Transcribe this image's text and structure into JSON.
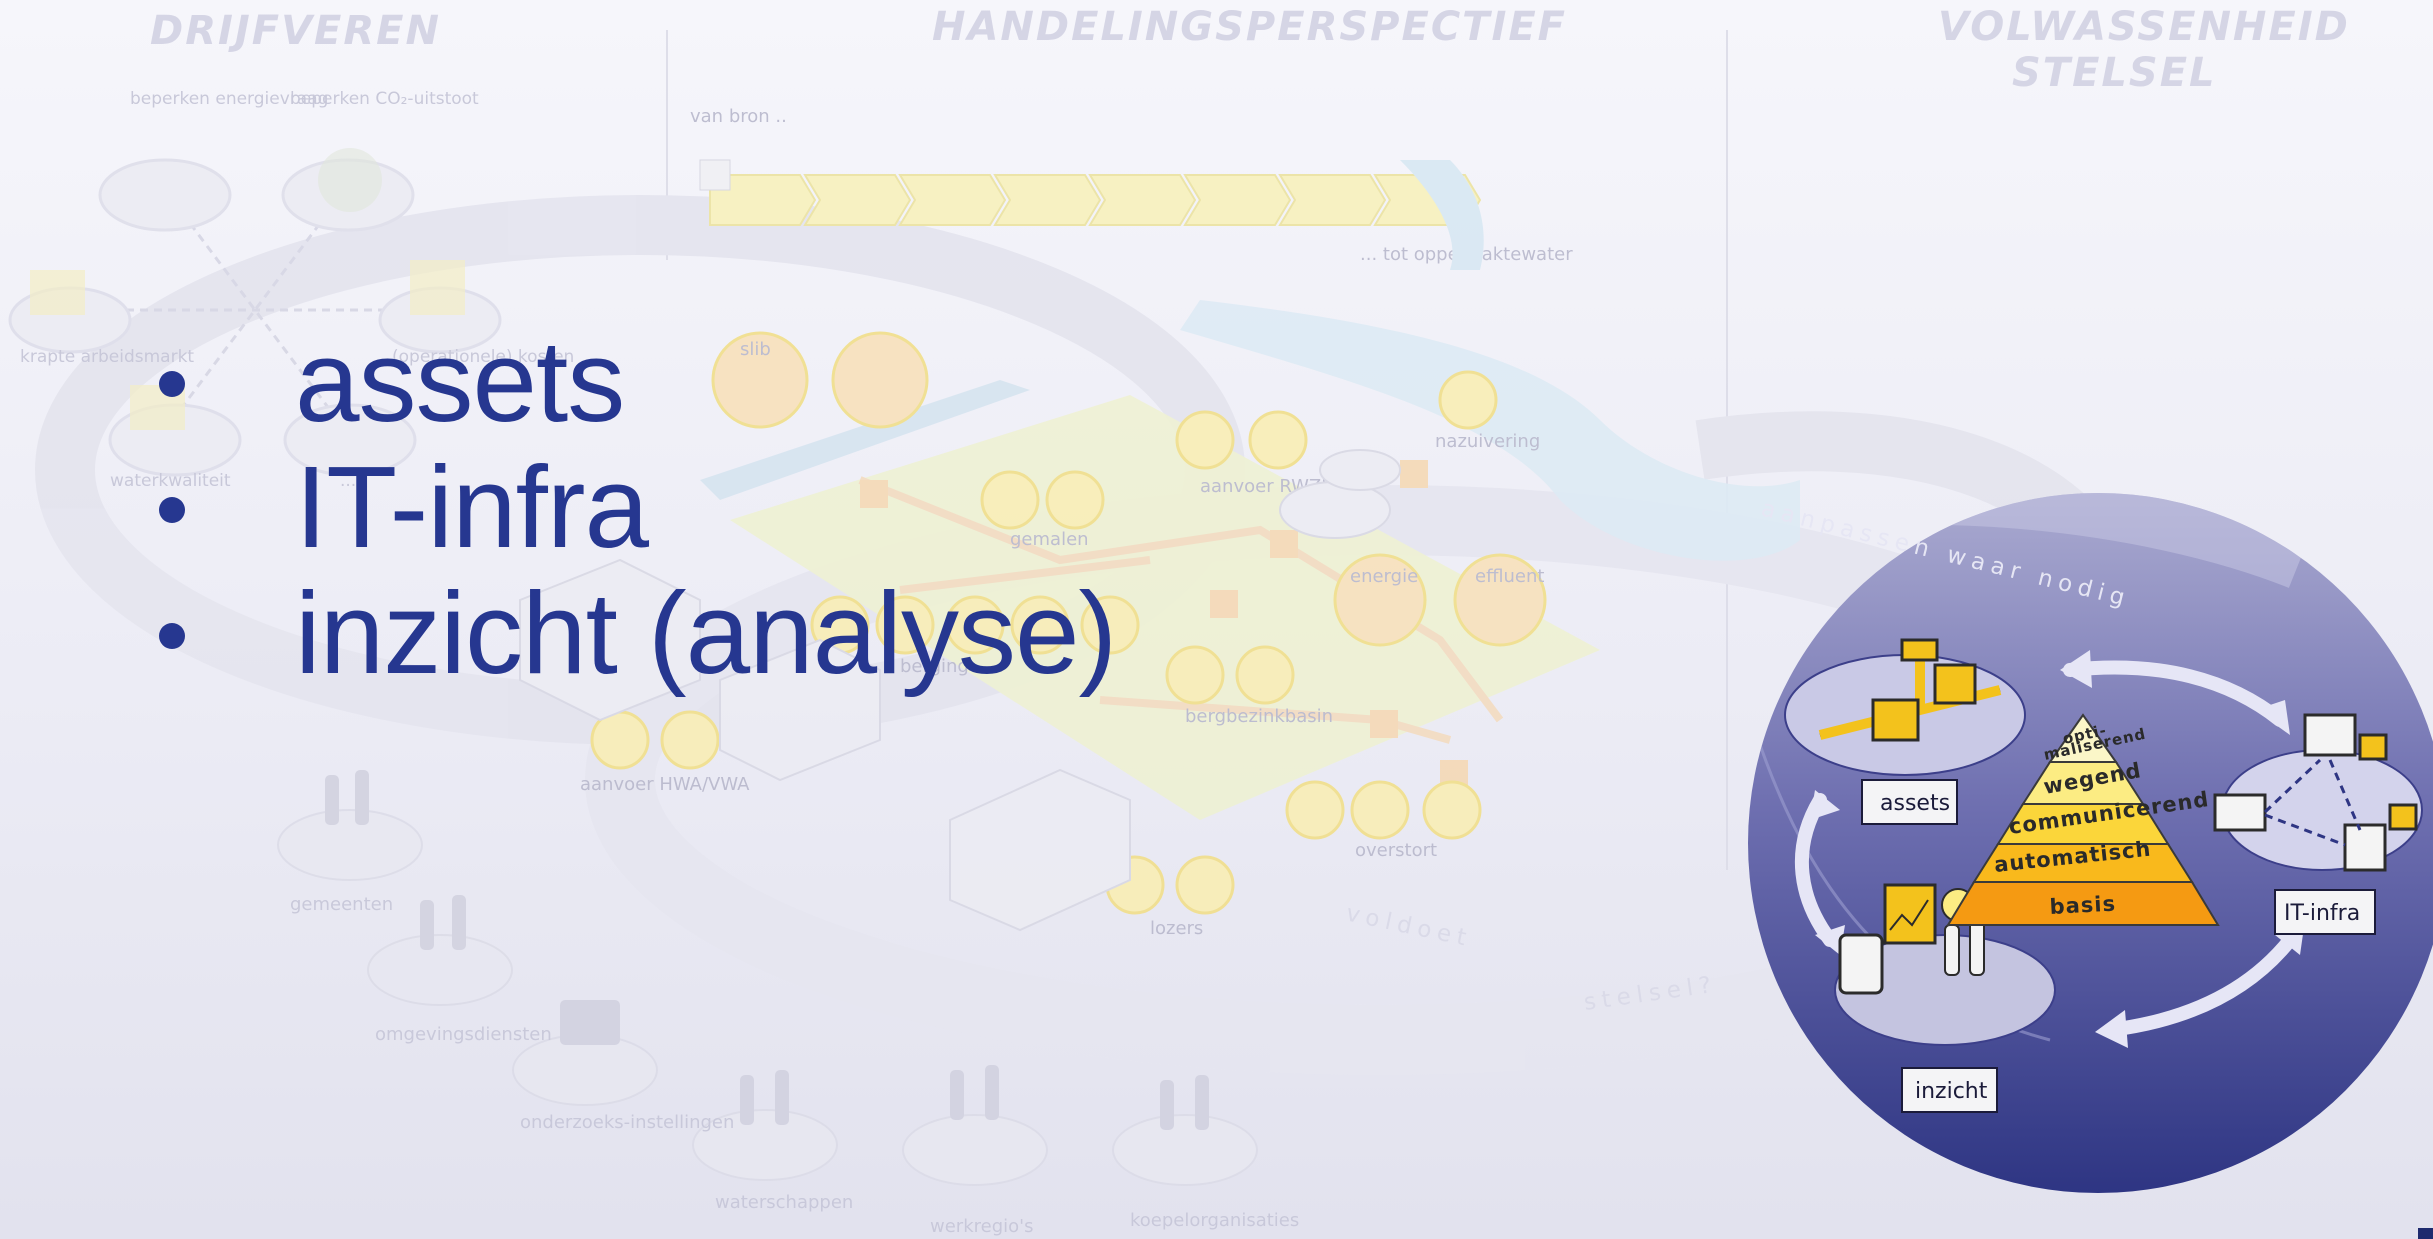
{
  "background": {
    "headers": [
      "DRIJFVEREN",
      "HANDELINGSPERSPECTIEF",
      "VOLWASSENHEID",
      "STELSEL"
    ],
    "drivers": [
      "beperken energievraag",
      "beperken CO₂-uitstoot",
      "krapte arbeidsmarkt",
      "(operationele) kosten",
      "waterkwaliteit",
      "..."
    ],
    "chain": {
      "from": "van bron ..",
      "to": "... tot oppervlaktewater"
    },
    "labels": [
      "slib",
      "gemalen",
      "aanvoer RWZI",
      "nazuivering",
      "energie",
      "effluent",
      "berging",
      "bergbezinkbasin",
      "aanvoer HWA/VWA",
      "overstort",
      "lozers",
      "voldoet",
      "stelsel?",
      "gemeenten",
      "omgevingsdiensten",
      "onderzoeks-instellingen",
      "waterschappen",
      "werkregio's",
      "koepelorganisaties",
      "aanpassen waar nodig"
    ]
  },
  "bullets": [
    "assets",
    "IT-infra",
    "inzicht (analyse)"
  ],
  "diagram": {
    "arc_label": "aanpassen waar nodig",
    "nodes": {
      "assets": "assets",
      "it_infra": "IT-infra",
      "inzicht": "inzicht"
    },
    "pyramid": [
      "opti-",
      "maliserend",
      "wegend",
      "communicerend",
      "automatisch",
      "basis"
    ]
  },
  "colors": {
    "bullet_text": "#263790",
    "circle_top": "#a3a3cc",
    "circle_bottom": "#2e3583",
    "pyramid": [
      "#fbf6c8",
      "#fcec83",
      "#fbd63a",
      "#f9b91c",
      "#f59a12"
    ]
  }
}
